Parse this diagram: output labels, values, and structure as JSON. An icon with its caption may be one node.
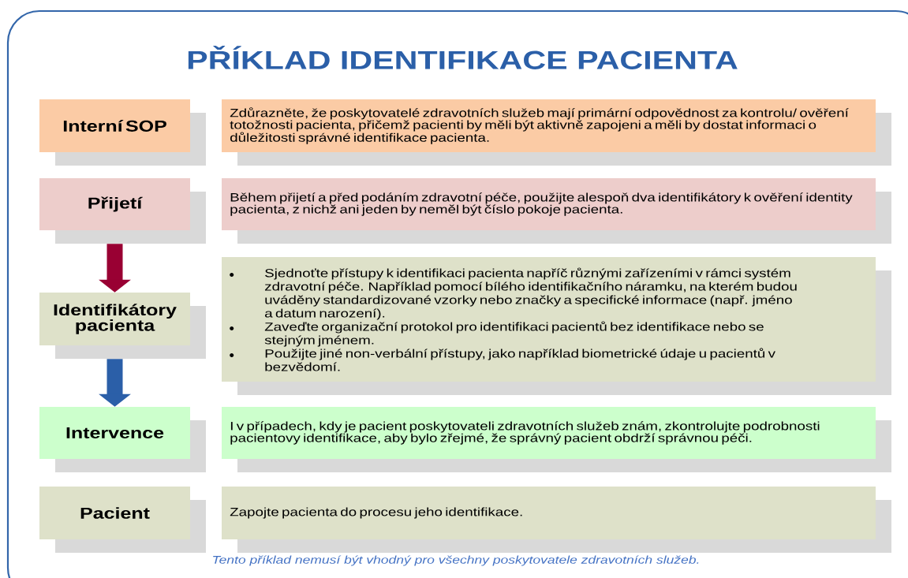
{
  "diagram": {
    "title": "PŘÍKLAD IDENTIFIKACE PACIENTA",
    "caption": "Tento příklad nemusí být vhodný pro všechny poskytovatele zdravotních služeb.",
    "nodes": [
      {
        "text": [
          "Interní SOP"
        ]
      },
      {
        "text": [
          "Zdůrazněte, že poskytovatelé zdravotních služeb mají primární odpovědnost za kontrolu/ ověření totožnosti pacienta, přičemž pacienti by měli být aktivně zapojeni a měli by dostat informaci o důležitosti správné identifikace pacienta."
        ]
      },
      {
        "text": [
          "Přijetí"
        ]
      },
      {
        "text": [
          "Během přijetí a před podáním zdravotní péče, použijte alespoň dva identifikátory k ověření identity pacienta, z nichž ani jeden by neměl být číslo pokoje pacienta."
        ]
      },
      {
        "text": [
          "Identifikátory pacienta"
        ]
      },
      {
        "text": [
          "Sjednoťte přístupy k identifikaci pacienta napříč různými zařízeními v rámci systém zdravotní péče. Například pomocí bílého identifikačního náramku, na kterém budou uváděny standardizované vzorky nebo značky a specifické informace (např. jméno a datum narození).",
          "Zaveďte organizační protokol pro identifikaci pacientů bez identifikace nebo se stejným jménem.",
          "Použijte jiné non-verbální přístupy, jako například biometrické údaje u pacientů v bezvědomí."
        ]
      },
      {
        "text": [
          "Intervence"
        ]
      },
      {
        "text": [
          "I v případech, kdy je pacient poskytovateli zdravotních služeb znám, zkontrolujte podrobnosti pacientovy identifikace, aby bylo zřejmé, že správný pacient obdrží správnou péči."
        ]
      },
      {
        "text": [
          "Pacient"
        ]
      },
      {
        "text": [
          "Zapojte pacienta do procesu jeho identifikace."
        ]
      }
    ],
    "edges": [
      {
        "from": 2,
        "to": 4,
        "arrow": "to",
        "color": "#990033"
      },
      {
        "from": 4,
        "to": 6,
        "arrow": "to",
        "color": "#2b5fa8"
      }
    ]
  }
}
